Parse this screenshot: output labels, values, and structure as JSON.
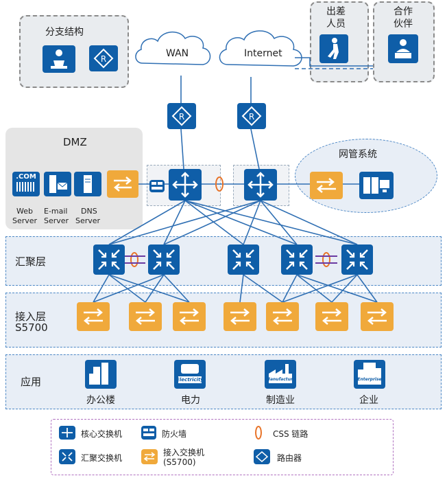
{
  "branch": {
    "title": "分支结构"
  },
  "wan": {
    "label": "WAN"
  },
  "internet": {
    "label": "Internet"
  },
  "travel": {
    "title_line1": "出差",
    "title_line2": "人员"
  },
  "partner": {
    "title_line1": "合作",
    "title_line2": "伙伴"
  },
  "dmz": {
    "title": "DMZ",
    "servers": [
      {
        "line1": "Web",
        "line2": "Server",
        "badge": ".COM"
      },
      {
        "line1": "E-mail",
        "line2": "Server"
      },
      {
        "line1": "DNS",
        "line2": "Server"
      }
    ]
  },
  "nms": {
    "title": "网管系统"
  },
  "layers": {
    "aggregation": "汇聚层",
    "access_line1": "接入层",
    "access_line2": "S5700",
    "application": "应用"
  },
  "apps": [
    {
      "label": "办公楼",
      "icon": "office-building-icon"
    },
    {
      "label": "电力",
      "icon": "electricity-icon",
      "sign": "Electricity"
    },
    {
      "label": "制造业",
      "icon": "manufacture-icon",
      "sign": "Manufacture"
    },
    {
      "label": "企业",
      "icon": "enterprise-icon",
      "sign": "Enterprise"
    }
  ],
  "legend": {
    "core_switch": "核心交换机",
    "firewall": "防火墙",
    "css_link": "CSS 链路",
    "agg_switch": "汇聚交换机",
    "access_switch_line1": "接入交换机",
    "access_switch_line2": "(S5700)",
    "router": "路由器"
  },
  "colors": {
    "blue": "#0f5ea8",
    "orange": "#f0a93b",
    "link": "#2f6fb3",
    "css": "#e8742a"
  }
}
